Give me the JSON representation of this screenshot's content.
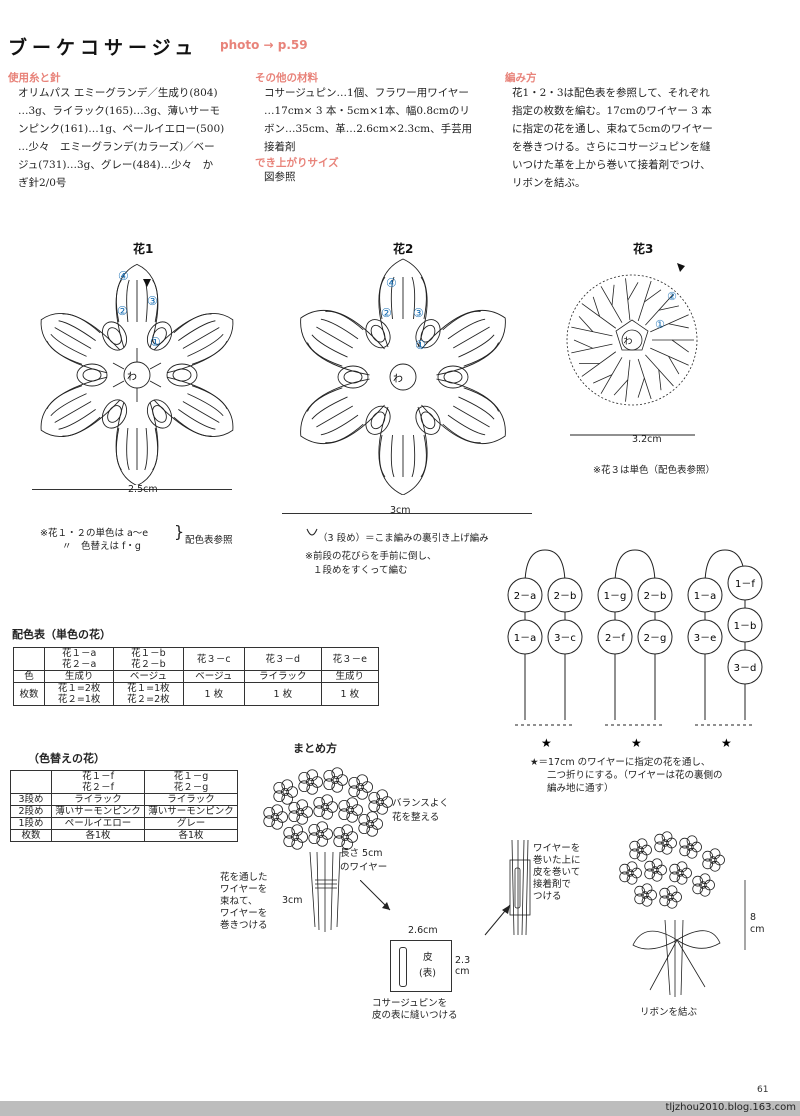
{
  "header": {
    "corner": "",
    "title": "ブーケコサージュ",
    "photo_ref": "photo → p.59"
  },
  "yarn": {
    "heading": "使用糸と針",
    "lines": [
      "オリムパス エミーグランデ／生成り(804)",
      "…3g、ライラック(165)…3g、薄いサーモ",
      "ンピンク(161)…1g、ペールイエロー(500)",
      "…少々　エミーグランデ(カラーズ)／ベー",
      "ジュ(731)…3g、グレー(484)…少々　か",
      "ぎ針2/0号"
    ]
  },
  "materials": {
    "heading": "その他の材料",
    "lines": [
      "コサージュピン…1個、フラワー用ワイヤー",
      "…17cm× 3 本・5cm×1本、幅0.8cmのリ",
      "ボン…35cm、革…2.6cm×2.3cm、手芸用",
      "接着剤"
    ],
    "size_heading": "でき上がりサイズ",
    "size_text": "図参照"
  },
  "method": {
    "heading": "編み方",
    "lines": [
      "花1・2・3は配色表を参照して、それぞれ",
      "指定の枚数を編む。17cmのワイヤー 3 本",
      "に指定の花を通し、束ねて5cmのワイヤー",
      "を巻きつける。さらにコサージュピンを縫",
      "いつけた革を上から巻いて接着剤でつけ、",
      "リボンを結ぶ。"
    ]
  },
  "flowers": {
    "f1": {
      "title": "花1",
      "size": "2.5cm"
    },
    "f2": {
      "title": "花2",
      "size": "3cm"
    },
    "f3": {
      "title": "花3",
      "size": "3.2cm",
      "note": "※花３は単色（配色表参照）"
    },
    "center": "わ",
    "rounds": [
      "①",
      "②",
      "③",
      "④"
    ]
  },
  "notes": {
    "n1a": "※花１・２の単色は a〜e",
    "n1b": "〃　色替えは f・g",
    "n1c": "配色表参照",
    "n2": "（3 段め）＝こま編みの裏引き上げ編み",
    "n3a": "※前段の花びらを手前に倒し、",
    "n3b": "１段めをすくって編む"
  },
  "wires": {
    "labels": [
      [
        "2－a",
        "1－a"
      ],
      [
        "2－b",
        "3－c"
      ],
      [
        "1－g",
        "2－f"
      ],
      [
        "2－b",
        "2－g"
      ],
      [
        "1－a",
        "3－e"
      ],
      [
        "1－f",
        "1－b",
        "3－d"
      ]
    ],
    "note_a": "★＝17cm のワイヤーに指定の花を通し、",
    "note_b": "二つ折りにする。（ワイヤーは花の裏側の",
    "note_c": "編み地に通す）"
  },
  "table1": {
    "title": "配色表（単色の花）",
    "head": [
      [
        "花１－a",
        "花２－a"
      ],
      [
        "花１－b",
        "花２－b"
      ],
      [
        "花３－c"
      ],
      [
        "花３－d"
      ],
      [
        "花３－e"
      ]
    ],
    "row_color": {
      "label": "色",
      "values": [
        "生成り",
        "ベージュ",
        "ベージュ",
        "ライラック",
        "生成り"
      ]
    },
    "row_count": {
      "label": "枚数",
      "values": [
        [
          "花１=2枚",
          "花２=1枚"
        ],
        [
          "花１=1枚",
          "花２=2枚"
        ],
        [
          "1 枚"
        ],
        [
          "1 枚"
        ],
        [
          "1 枚"
        ]
      ]
    }
  },
  "table2": {
    "title": "（色替えの花）",
    "head": [
      [
        "花１－f",
        "花２－f"
      ],
      [
        "花１－g",
        "花２－g"
      ]
    ],
    "rows": [
      {
        "label": "3段め",
        "values": [
          "ライラック",
          "ライラック"
        ]
      },
      {
        "label": "2段め",
        "values": [
          "薄いサーモンピンク",
          "薄いサーモンピンク"
        ]
      },
      {
        "label": "1段め",
        "values": [
          "ペールイエロー",
          "グレー"
        ]
      },
      {
        "label": "枚数",
        "values": [
          "各1枚",
          "各1枚"
        ]
      }
    ]
  },
  "assembly": {
    "title": "まとめ方",
    "balance": [
      "バランスよく",
      "花を整える"
    ],
    "wire5": [
      "長さ 5cm",
      "のワイヤー"
    ],
    "wrap": [
      "花を通した",
      "ワイヤーを",
      "束ねて、",
      "ワイヤーを",
      "巻きつける"
    ],
    "dim3": "3cm",
    "leather": {
      "w": "2.6cm",
      "h": "2.3",
      "hunit": "cm",
      "label1": "皮",
      "label2": "(表)"
    },
    "pin": [
      "コサージュピンを",
      "皮の表に縫いつける"
    ],
    "glue": [
      "ワイヤーを",
      "巻いた上に",
      "皮を巻いて",
      "接着剤で",
      "つける"
    ],
    "dim8": [
      "8",
      "cm"
    ],
    "ribbon": "リボンを結ぶ"
  },
  "footer": {
    "page": "61",
    "credit": "tljzhou2010.blog.163.com"
  }
}
